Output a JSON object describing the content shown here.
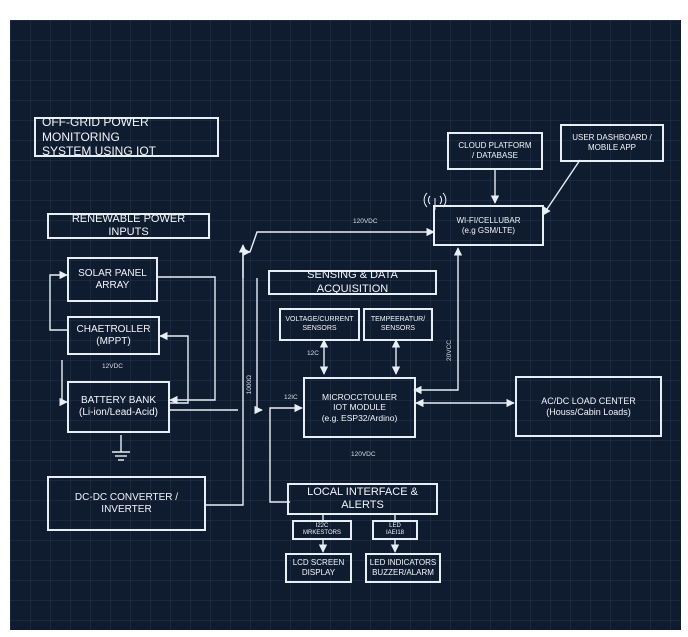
{
  "title": {
    "line1": "OFF-GRID POWER MONITORING",
    "line2": "SYSTEM USING IOT"
  },
  "sections": {
    "renewable": "RENEWABLE POWER INPUTS",
    "sensing": "SENSING & DATA ACQUISITION",
    "local": "LOCAL INTERFACE & ALERTS"
  },
  "blocks": {
    "solar": {
      "line1": "SOLAR PANEL",
      "line2": "ARRAY"
    },
    "controller": {
      "line1": "CHAETROLLER",
      "line2": "(MPPT)"
    },
    "battery": {
      "line1": "BATTERY BANK",
      "line2": "(Li-ion/Lead-Acid)"
    },
    "dcdc": "DC-DC CONVERTER / INVERTER",
    "cloud": {
      "line1": "CLOUD PLATFORM",
      "line2": "/ DATABASE"
    },
    "dashboard": {
      "line1": "USER DASHBOARD /",
      "line2": "MOBILE APP"
    },
    "wifi": {
      "line1": "WI-FI/CELLUBAR",
      "line2": "(e.g GSM/LTE)"
    },
    "voltage": {
      "line1": "VOLTAGE/CURRENT",
      "line2": "SENSORS"
    },
    "temp": {
      "line1": "TEMPEERATUR/",
      "line2": "SENSORS"
    },
    "mcu": {
      "line1": "MICROCCTOULER",
      "line2": "IOT MODULE",
      "line3": "(e.g. ESP32/Ardino)"
    },
    "load": {
      "line1": "AC/DC LOAD CENTER",
      "line2": "(Houss/Cabin Loads)"
    },
    "i2c_small": {
      "line1": "I22C",
      "line2": "MRKESTORS"
    },
    "led_small": {
      "line1": "LED",
      "line2": "IAEI18"
    },
    "lcd": {
      "line1": "LCD SCREEN",
      "line2": "DISPLAY"
    },
    "led": {
      "line1": "LED INDICATORS",
      "line2": "BUZZER/ALARM"
    }
  },
  "labels": {
    "v120_top": "120VDC",
    "v12": "12VDC",
    "i2c_left": "12C",
    "i2c_mid": "12IC",
    "v1000": "1000Ω",
    "v20": "20VCC",
    "v120_bottom": "120VDC"
  },
  "colors": {
    "background": "#0f1c30",
    "line": "#e8eef5"
  }
}
